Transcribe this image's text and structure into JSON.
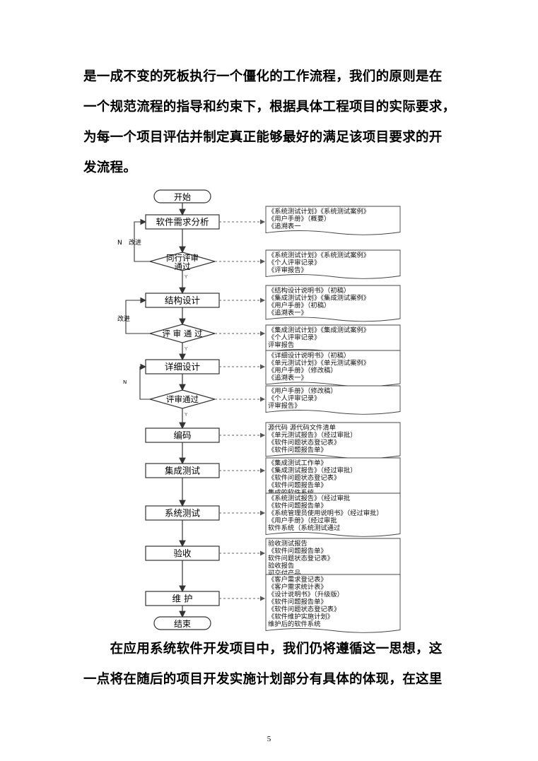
{
  "top_paragraph": [
    "是一成不变的死板执行一个僵化的工作流程，我们的原则是在",
    "一个规范流程的指导和约束下，根据具体工程项目的实际要求，",
    "为每一个项目评估并制定真正能够最好的满足该项目要求的开",
    "发流程。"
  ],
  "flow": {
    "start": "开始",
    "end": "结束",
    "steps": [
      {
        "kind": "rect",
        "label": "软件需求分析",
        "docs": [
          "《系统测试计划》《系统测试案例》",
          "《用户手册》（概要）",
          "《追溯表一"
        ]
      },
      {
        "kind": "diamond",
        "label": "同行评审",
        "label2": "通过",
        "docs": [
          "《系统测试计划》《系统测试案例》",
          "《个人评审记录》",
          "《评审报告》"
        ]
      },
      {
        "kind": "rect",
        "label": "结构设计",
        "docs": [
          "《结构设计说明书》（初稿）",
          "《集成测试计划》《集成测试案例》",
          "《用户手册》（初稿）",
          "《追溯表一》"
        ]
      },
      {
        "kind": "diamond",
        "label": "评 审 通 过",
        "label2": "",
        "docs": [
          "《集成测试计划》《集成测试案例》",
          "《个人评审记录》",
          "评审报告"
        ]
      },
      {
        "kind": "rect",
        "label": "详细设计",
        "docs": [
          "《详细设计说明书》（初稿）",
          "《单元测试计划》《单元测试案例》",
          "《用户手册》（修改稿）",
          "《追溯表一》"
        ]
      },
      {
        "kind": "diamond",
        "label": "评审通过",
        "label2": "",
        "docs": [
          "《用户手册》（修改稿）",
          "《个人评审记录》",
          "评审报告》"
        ]
      },
      {
        "kind": "rect",
        "label": "编码",
        "docs": [
          "源代码 源代码文件清单",
          "《单元测试报告》（经过审批）",
          "《软件问题状态登记表》",
          "《软件问题报告单》"
        ]
      },
      {
        "kind": "rect",
        "label": "集成测试",
        "docs": [
          "《集成测试工作单》",
          "《集成测试报告》（经过审批）",
          "《软件问题状态登记表》",
          "《软件问题报告单》",
          "集成的软件系统"
        ]
      },
      {
        "kind": "rect",
        "label": "系统测试",
        "docs": [
          "《系统测试报告》（经过审批",
          "《软件问题报告单》",
          "《系统管理员使用说明书》（经过审批）",
          "《用户手册》（经过审批",
          "软件系统（系统测试通过"
        ]
      },
      {
        "kind": "rect",
        "label": "验收",
        "docs": [
          "验收测试报告",
          "《软件问题报告单》",
          "软件问题状态登记表》",
          "验收报告",
          "可交付产品"
        ]
      },
      {
        "kind": "rect",
        "label": "维 护",
        "docs": [
          "《客户需求登记表》",
          "《客户需求统计表》",
          "《设计说明书》（升级版）",
          "《软件问题报告单》",
          "《软件问题状态登记表》",
          "《软件维护实施计划》",
          "维护后的软件系统"
        ]
      }
    ],
    "loop_labels": {
      "n1": "N",
      "improve1": "改进",
      "improve2": "改进",
      "n3": "N",
      "y": "Y"
    }
  },
  "bottom_paragraph": [
    "　　在应用系统软件开发项目中，我们仍将遵循这一思想，这",
    "一点将在随后的项目开发实施计划部分有具体的体现，在这里"
  ],
  "page_number": "5"
}
